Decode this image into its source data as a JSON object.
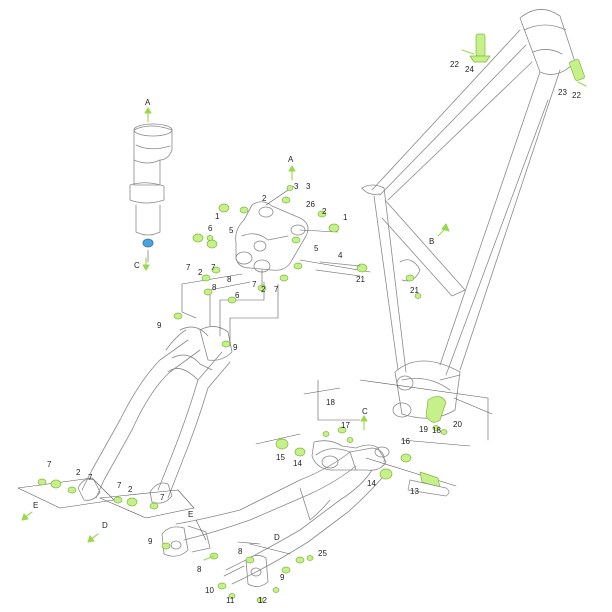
{
  "diagram": {
    "colors": {
      "line": "#8a8a8a",
      "dark": "#5a5a5a",
      "part": "#c6f08a",
      "partStroke": "#7fb83a",
      "arrow": "#9ad84e",
      "blue": "#4aa3e0"
    },
    "letters": {
      "a_shock": "A",
      "a_link": "A",
      "b": "B",
      "c_shock": "C",
      "c_frame": "C",
      "d": "D",
      "d2": "D",
      "e": "E",
      "e2": "E"
    },
    "labels": {
      "n1": "1",
      "n2": "2",
      "n3": "3",
      "n26": "26",
      "n1b": "1",
      "n6": "6",
      "n5": "5",
      "n2b": "2",
      "n3b": "3",
      "n5b": "5",
      "n4": "4",
      "n7": "7",
      "n2c": "2",
      "n7b": "7",
      "n8": "8",
      "n8b": "8",
      "n7c": "7",
      "n2d": "2",
      "n7d": "7",
      "n21": "21",
      "n21b": "21",
      "n9": "9",
      "n9b": "9",
      "n22": "22",
      "n24": "24",
      "n23": "23",
      "n22b": "22",
      "n18": "18",
      "n17": "17",
      "n15": "15",
      "n14": "14",
      "n16": "16",
      "n19": "19",
      "n18b": "18",
      "n20": "20",
      "n13": "13",
      "n14b": "14",
      "n7e": "7",
      "n2e": "2",
      "n7f": "7",
      "n7g": "7",
      "n2f": "2",
      "n7h": "7",
      "n9c": "9",
      "n8c": "8",
      "n8d": "8",
      "n25": "25",
      "n10": "10",
      "n11": "11",
      "n12": "12",
      "n9d": "9",
      "n6b": "6"
    }
  }
}
